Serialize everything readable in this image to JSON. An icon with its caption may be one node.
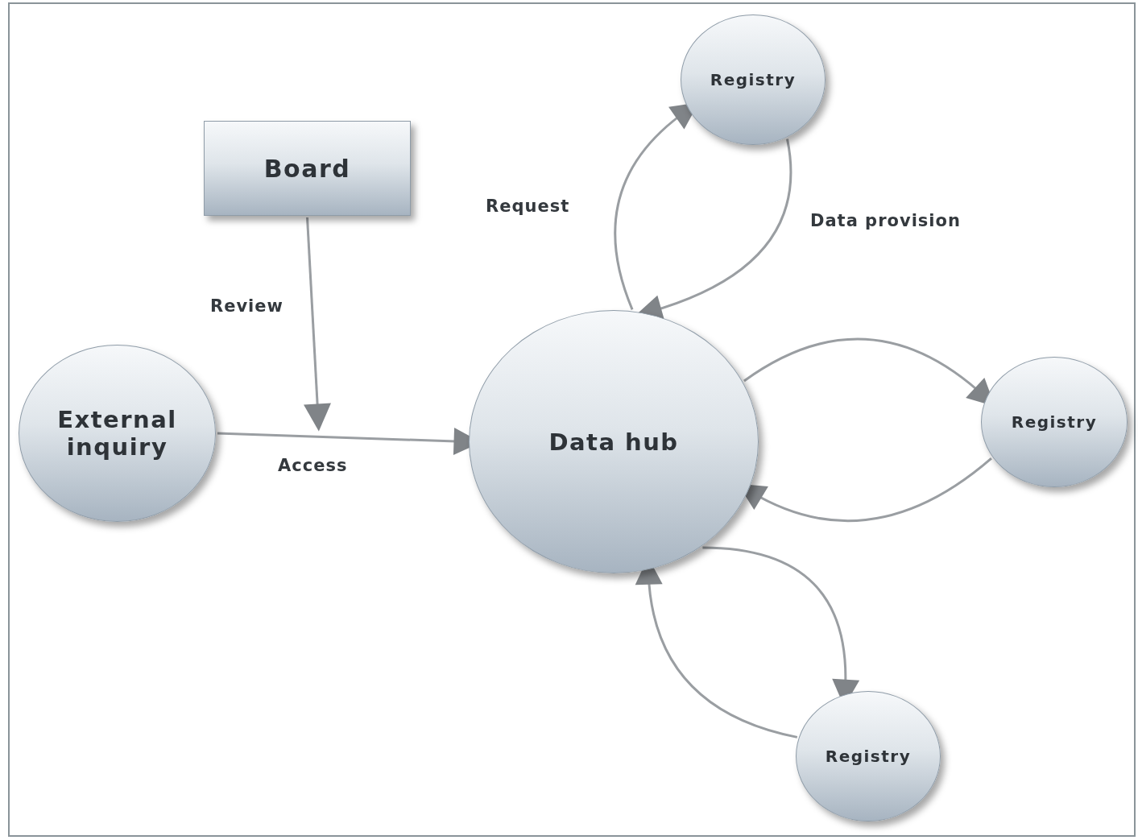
{
  "diagram": {
    "nodes": [
      {
        "text": [
          "Board"
        ]
      },
      {
        "text": [
          "External inquiry"
        ]
      },
      {
        "text": [
          "Data hub"
        ]
      },
      {
        "text": [
          "Registry"
        ]
      },
      {
        "text": [
          "Registry"
        ]
      },
      {
        "text": [
          "Registry"
        ]
      }
    ],
    "edges": [
      {
        "from": 0,
        "to": null,
        "arrow": "to",
        "label": "Review"
      },
      {
        "from": 1,
        "to": 2,
        "arrow": "to",
        "label": "Access"
      },
      {
        "from": 2,
        "to": 3,
        "arrow": "to",
        "label": "Request"
      },
      {
        "from": 3,
        "to": 2,
        "arrow": "to",
        "label": "Data provision"
      },
      {
        "from": 2,
        "to": 4,
        "arrow": "to"
      },
      {
        "from": 4,
        "to": 2,
        "arrow": "to"
      },
      {
        "from": 2,
        "to": 5,
        "arrow": "to"
      },
      {
        "from": 5,
        "to": 2,
        "arrow": "to"
      }
    ]
  }
}
